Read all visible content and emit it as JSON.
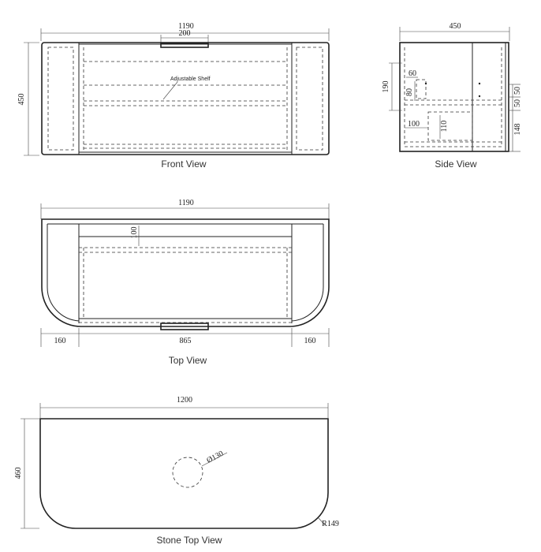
{
  "views": {
    "front": {
      "caption": "Front View",
      "width_dim": "1190",
      "height_dim": "450",
      "handle_dim": "200",
      "shelf_label": "Adjustable Shelf"
    },
    "side": {
      "caption": "Side View",
      "depth_dim": "450",
      "dim_190": "190",
      "dim_60": "60",
      "dim_80": "80",
      "dim_100": "100",
      "dim_110": "110",
      "dim_50a": "50",
      "dim_50b": "50",
      "dim_148": "148"
    },
    "top": {
      "caption": "Top View",
      "width_dim": "1190",
      "depth_dim": "100",
      "left_dim": "160",
      "center_dim": "865",
      "right_dim": "160"
    },
    "stone": {
      "caption": "Stone Top View",
      "width_dim": "1200",
      "height_dim": "460",
      "hole_dim": "Ø130",
      "radius_dim": "R149"
    }
  }
}
